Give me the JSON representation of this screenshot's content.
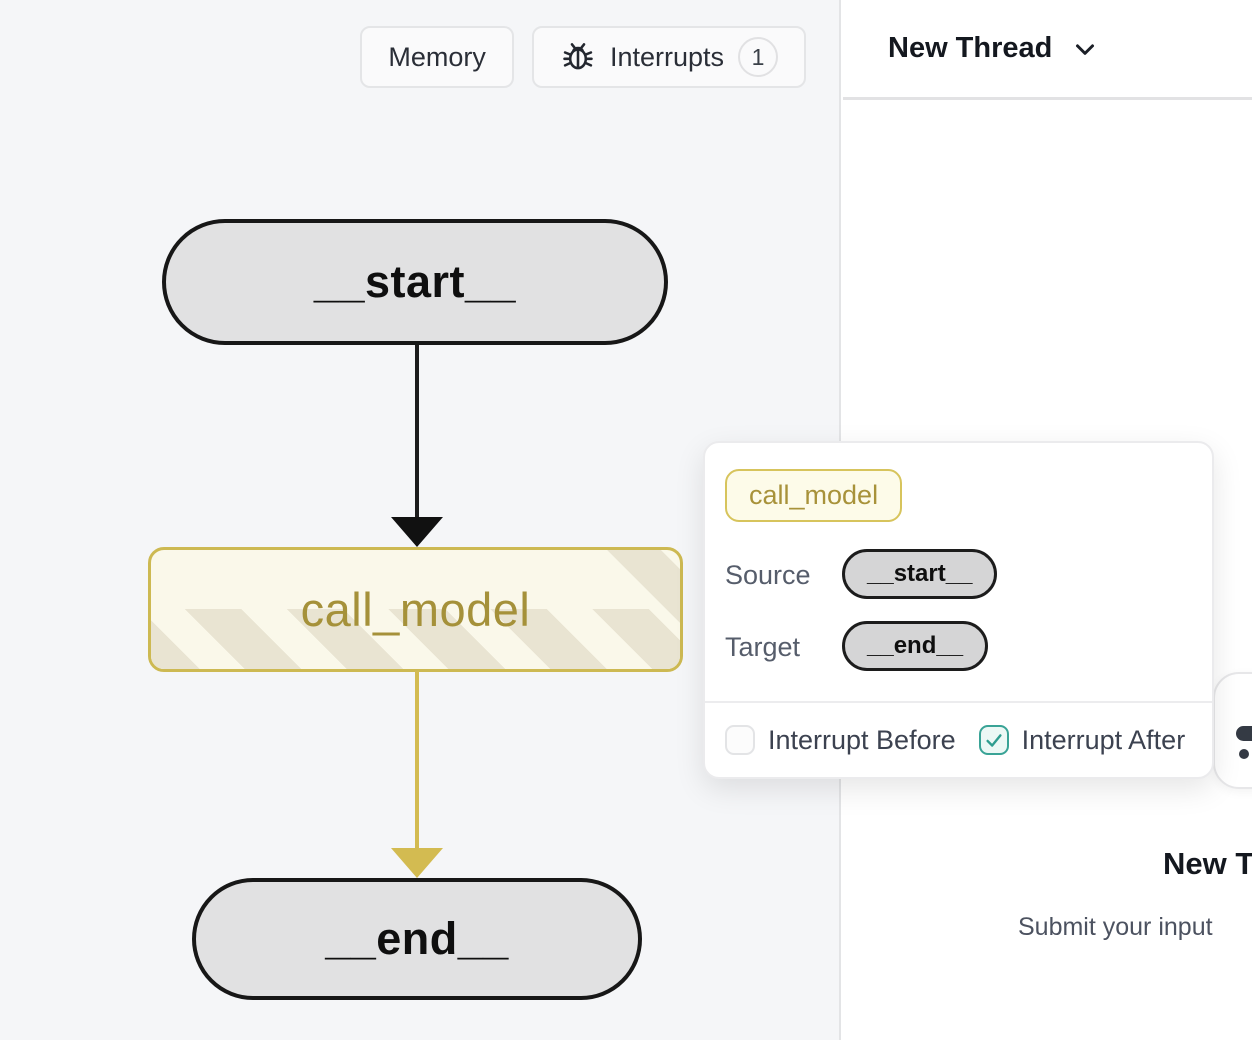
{
  "graph_panel": {
    "toolbar": {
      "memory_label": "Memory",
      "interrupts_label": "Interrupts",
      "interrupts_count": "1"
    },
    "nodes": {
      "start": "__start__",
      "call_model": "call_model",
      "end": "__end__"
    }
  },
  "thread_panel": {
    "header": {
      "title": "New Thread"
    },
    "empty_state": {
      "title": "New Thread",
      "subtitle": "Submit your input"
    }
  },
  "popover": {
    "node_chip": "call_model",
    "source_label": "Source",
    "source_value": "__start__",
    "target_label": "Target",
    "target_value": "__end__",
    "interrupt_before_label": "Interrupt Before",
    "interrupt_before_checked": false,
    "interrupt_after_label": "Interrupt After",
    "interrupt_after_checked": true
  },
  "icons": {
    "interrupts_button": "bug-icon",
    "thread_header": "chevron-down-icon",
    "interrupt_after": "checkmark-icon"
  },
  "colors": {
    "panel_bg": "#f5f6f8",
    "node_gray": "#e1e1e2",
    "node_border_black": "#171717",
    "accent_yellow_border": "#cdb952",
    "accent_yellow_text": "#a5913a",
    "edge_yellow": "#d3bb51",
    "teal_checked": "#39a396"
  }
}
